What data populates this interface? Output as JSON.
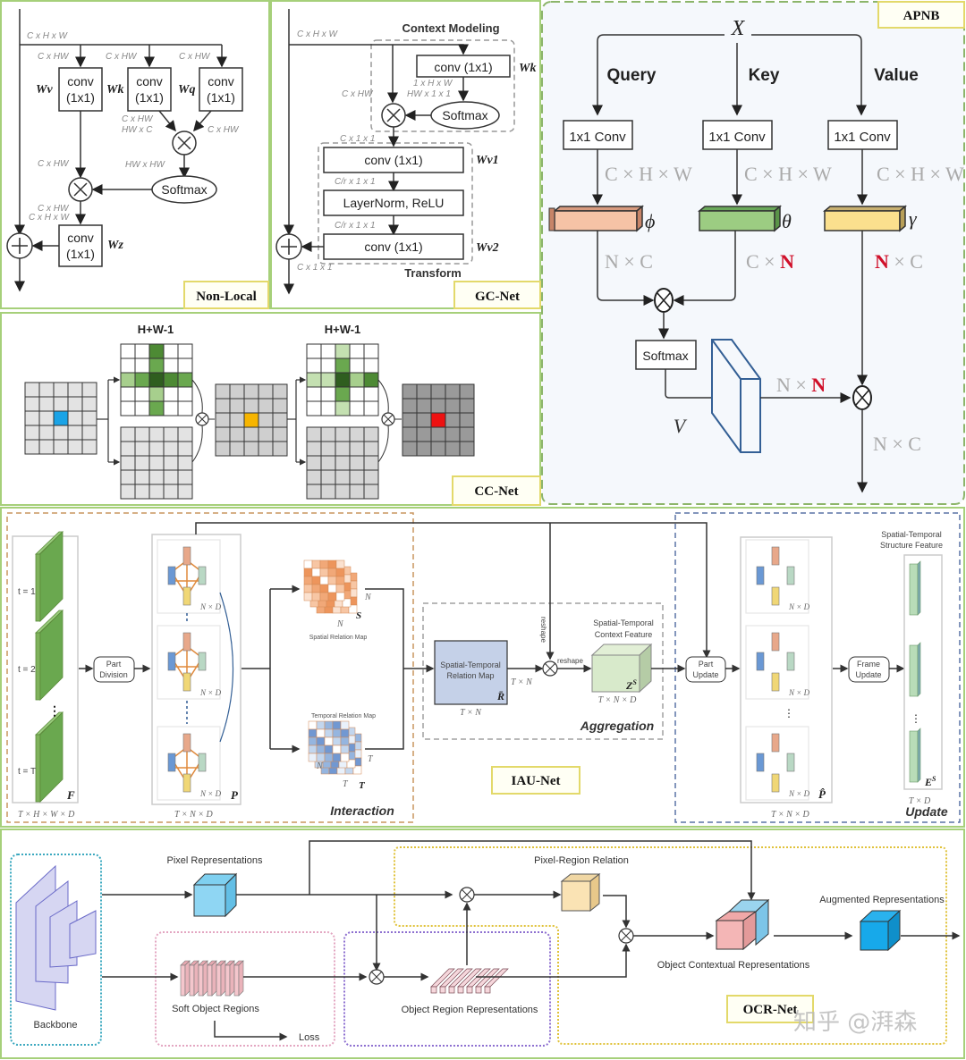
{
  "panels": {
    "nonlocal": {
      "label": "Non-Local",
      "input_dim": "C x H x W",
      "branch_dims": [
        "C x HW",
        "C x HW",
        "C x HW"
      ],
      "conv_label_1": "conv",
      "conv_label_2": "(1x1)",
      "weights": [
        "Wv",
        "Wk",
        "Wq",
        "Wz"
      ],
      "dim_k": "C x HW",
      "dim_kt": "HW x C",
      "dim_q": "C x HW",
      "dim_v": "C x HW",
      "dim_att": "HW x HW",
      "softmax": "Softmax",
      "dim_out1": "C x HW",
      "dim_out2": "C x H x W"
    },
    "gcnet": {
      "label": "GC-Net",
      "title_context": "Context Modeling",
      "title_transform": "Transform",
      "input_dim": "C x H x W",
      "conv": "conv (1x1)",
      "wk": "Wk",
      "dim_k1": "1 x H x W",
      "dim_k2": "HW x 1 x 1",
      "dim_chw": "C x HW",
      "softmax": "Softmax",
      "dim_c11": "C x 1 x 1",
      "wv1": "Wv1",
      "dim_cr1": "C/r x 1 x 1",
      "layernorm": "LayerNorm, ReLU",
      "dim_cr2": "C/r x 1 x 1",
      "wv2": "Wv2",
      "dim_out": "C x 1 x 1"
    },
    "apnb": {
      "label": "APNB",
      "x": "X",
      "branches": [
        "Query",
        "Key",
        "Value"
      ],
      "conv": "1x1 Conv",
      "dim_chw": "C × H × W",
      "symbols": [
        "ϕ",
        "θ",
        "γ"
      ],
      "dim_q": {
        "a": "N × ",
        "b": "C"
      },
      "dim_k": {
        "a": "C × ",
        "b": "N"
      },
      "dim_v": {
        "a": "N",
        "b": " × C"
      },
      "softmax": "Softmax",
      "vec": "V⃗",
      "dim_nn": {
        "a": "N × ",
        "b": "N"
      },
      "dim_out": "N × C",
      "colors": {
        "query": "#f6c3a6",
        "key": "#9ccc82",
        "value": "#fbe08e",
        "highlight": "#d0102a"
      }
    },
    "ccnet": {
      "label": "CC-Net",
      "hw_label": "H+W-1",
      "colors": {
        "input_center": "#1aa3e6",
        "mid_center": "#f7b500",
        "out_center": "#ee1111"
      }
    },
    "iaunet": {
      "label": "IAU-Net",
      "t_labels": [
        "t = 1",
        "t = 2",
        "t = T"
      ],
      "f_label": "F",
      "f_dim": "T × H × W × D",
      "part_division": [
        "Part",
        "Division"
      ],
      "nd": "N × D",
      "p_label": "P",
      "p_dim": "T × N × D",
      "spatial_map": "Spatial Relation Map",
      "temporal_map": "Temporal Relation Map",
      "s_label": "S",
      "t_label": "T",
      "n": "N",
      "t": "T",
      "interaction": "Interaction",
      "st_relation": [
        "Spatial-Temporal",
        "Relation Map"
      ],
      "r_label": "R̄",
      "tn": "T × N",
      "reshape": "reshape",
      "context_feature": [
        "Spatial-Temporal",
        "Context Feature"
      ],
      "zs": "Z",
      "zs_sup": "S",
      "tnd": "T × N × D",
      "aggregation": "Aggregation",
      "part_update": [
        "Part",
        "Update"
      ],
      "frame_update": [
        "Frame",
        "Update"
      ],
      "p_hat": "P̂",
      "structure_feature": [
        "Spatial-Temporal",
        "Structure Feature"
      ],
      "es": "E",
      "es_sup": "S",
      "td": "T × D",
      "update": "Update"
    },
    "ocrnet": {
      "label": "OCR-Net",
      "backbone": "Backbone",
      "pixel_repr": "Pixel Representations",
      "soft_regions": "Soft Object Regions",
      "loss": "Loss",
      "pixel_region": "Pixel-Region Relation",
      "object_region": "Object Region Representations",
      "object_contextual": "Object Contextual Representations",
      "augmented": "Augmented Representations"
    }
  },
  "watermark": "知乎 @湃森"
}
